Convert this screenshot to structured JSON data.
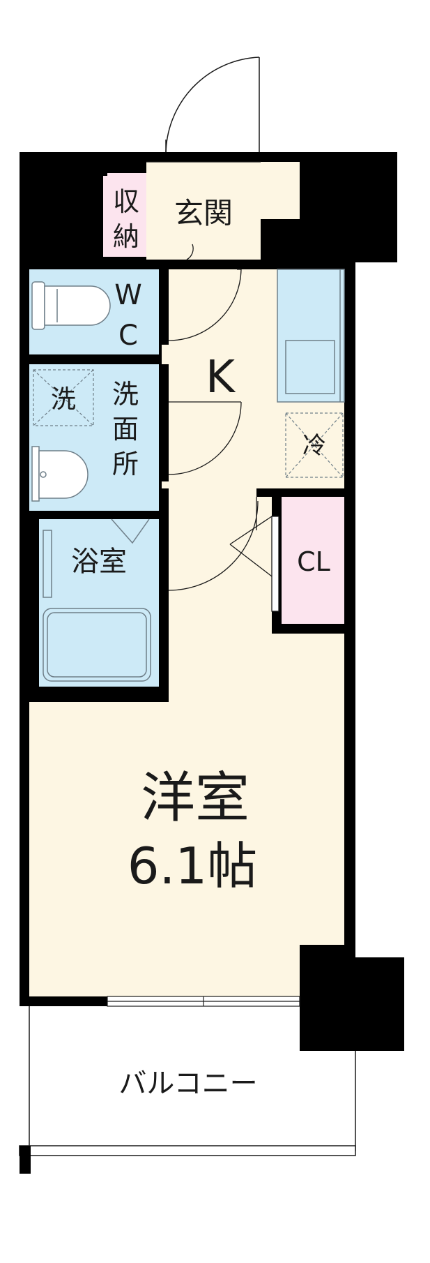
{
  "colors": {
    "wall": "#000000",
    "living": "#fdf6e3",
    "wet": "#cdeaf7",
    "storage": "#fce4ee",
    "balcony": "#ffffff",
    "fixture_line": "#7a8a94"
  },
  "rooms": {
    "storage_label": [
      "収",
      "納"
    ],
    "entrance_label": "玄関",
    "wc_label": [
      "W",
      "C"
    ],
    "kitchen_label": "K",
    "washer_label": "洗",
    "washroom_label": [
      "洗",
      "面",
      "所"
    ],
    "fridge_label": "冷",
    "bath_label": "浴室",
    "closet_label": "CL",
    "main_room_label": "洋室",
    "main_room_size": "6.1帖",
    "balcony_label": "バルコニー"
  }
}
